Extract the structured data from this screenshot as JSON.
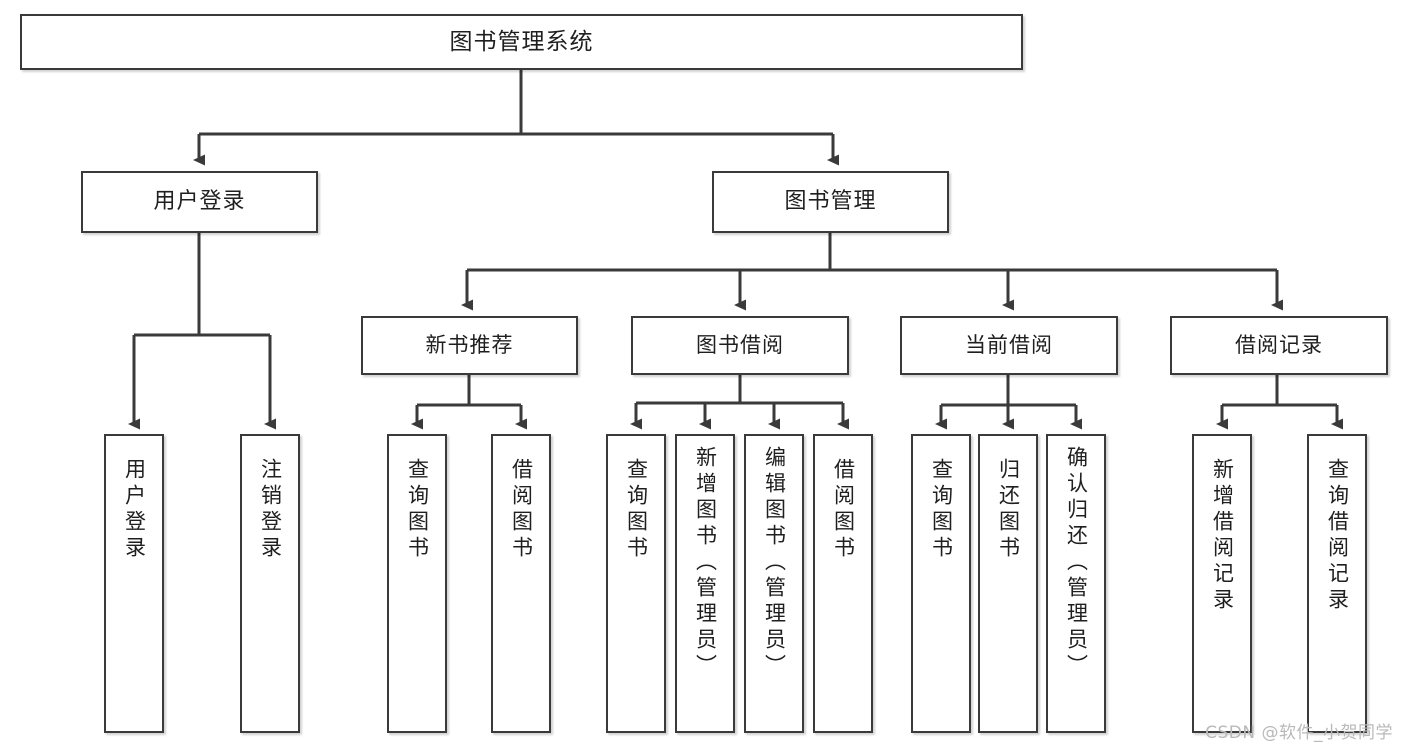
{
  "diagram": {
    "type": "tree",
    "title": "图书管理系统",
    "watermark": "CSDN @软件_小贺同学",
    "colors": {
      "box_border": "#3a3a3a",
      "box_fill": "#ffffff",
      "edge": "#3a3a3a",
      "text": "#1f1f1f",
      "watermark": "#b9b9b9"
    },
    "nodes": {
      "root": {
        "label": "图书管理系统"
      },
      "level2": [
        {
          "id": "user-login",
          "label": "用户登录"
        },
        {
          "id": "book-manage",
          "label": "图书管理"
        }
      ],
      "level3": [
        {
          "id": "new-book-recommend",
          "label": "新书推荐"
        },
        {
          "id": "book-borrow",
          "label": "图书借阅"
        },
        {
          "id": "current-borrow",
          "label": "当前借阅"
        },
        {
          "id": "borrow-record",
          "label": "借阅记录"
        }
      ],
      "leaves": {
        "user-login": [
          {
            "id": "leaf-user-login",
            "label": "用户登录"
          },
          {
            "id": "leaf-user-logout",
            "label": "注销登录"
          }
        ],
        "new-book-recommend": [
          {
            "id": "leaf-query-book-1",
            "label": "查询图书"
          },
          {
            "id": "leaf-borrow-book-1",
            "label": "借阅图书"
          }
        ],
        "book-borrow": [
          {
            "id": "leaf-query-book-2",
            "label": "查询图书"
          },
          {
            "id": "leaf-add-book",
            "label": "新增图书（管理员）"
          },
          {
            "id": "leaf-edit-book",
            "label": "编辑图书（管理员）"
          },
          {
            "id": "leaf-borrow-book-2",
            "label": "借阅图书"
          }
        ],
        "current-borrow": [
          {
            "id": "leaf-query-book-3",
            "label": "查询图书"
          },
          {
            "id": "leaf-return-book",
            "label": "归还图书"
          },
          {
            "id": "leaf-confirm-return",
            "label": "确认归还（管理员）"
          }
        ],
        "borrow-record": [
          {
            "id": "leaf-add-record",
            "label": "新增借阅记录"
          },
          {
            "id": "leaf-query-record",
            "label": "查询借阅记录"
          }
        ]
      }
    }
  }
}
